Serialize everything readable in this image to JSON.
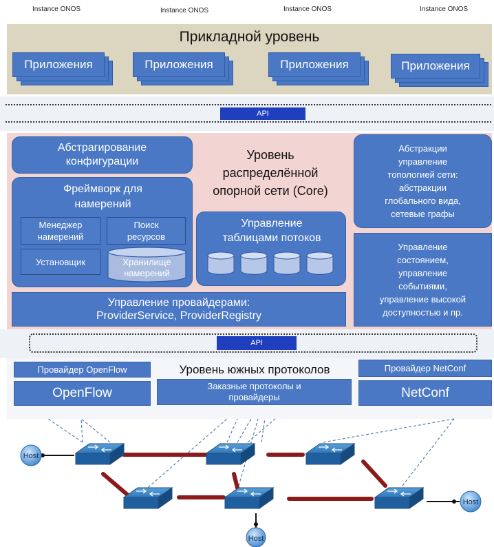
{
  "instances": [
    "Instance ONOS",
    "Instance ONOS",
    "Instance ONOS",
    "Instance ONOS"
  ],
  "app_layer": {
    "title": "Прикладной уровень",
    "apps": [
      "Приложения",
      "Приложения",
      "Приложения",
      "Приложения"
    ]
  },
  "api_top": "API",
  "core": {
    "title_lines": [
      "Уровень",
      "распределённой",
      "опорной сети (Core)"
    ],
    "config_abstraction": [
      "Абстрагирование",
      "конфигурации"
    ],
    "intent_framework": {
      "title_lines": [
        "Фреймворк для",
        "намерений"
      ],
      "intent_manager": [
        "Менеджер",
        "намерений"
      ],
      "resource_search": [
        "Поиск",
        "ресурсов"
      ],
      "installer": "Установщик",
      "intent_store": [
        "Хранилище",
        "намерений"
      ]
    },
    "flow_tables": [
      "Управление",
      "таблицами потоков"
    ],
    "providers": [
      "Управление провайдерами:",
      "ProviderService, ProviderRegistry"
    ],
    "topology": [
      "Абстракции",
      "управление",
      "топологией сети:",
      "абстракции",
      "глобального вида,",
      "сетевые графы"
    ],
    "state": [
      "Управление",
      "состоянием,",
      "управление",
      "событиями,",
      "управление высокой",
      "доступностью и пр."
    ]
  },
  "api_bottom": "API",
  "south": {
    "title": "Уровень южных протоколов",
    "openflow_provider": "Провайдер OpenFlow",
    "netconf_provider": "Провайдер NetConf",
    "openflow": "OpenFlow",
    "custom": [
      "Заказные протоколы и",
      "провайдеры"
    ],
    "netconf": "NetConf"
  },
  "network": {
    "hosts": [
      "Host",
      "Host",
      "Host"
    ]
  },
  "colors": {
    "box_blue": "#4a78c4",
    "api_blue": "#1f3fbf",
    "app_bg": "#dcd5c0",
    "core_bg": "#f2d4d2",
    "link_red": "#8b1a1a"
  }
}
